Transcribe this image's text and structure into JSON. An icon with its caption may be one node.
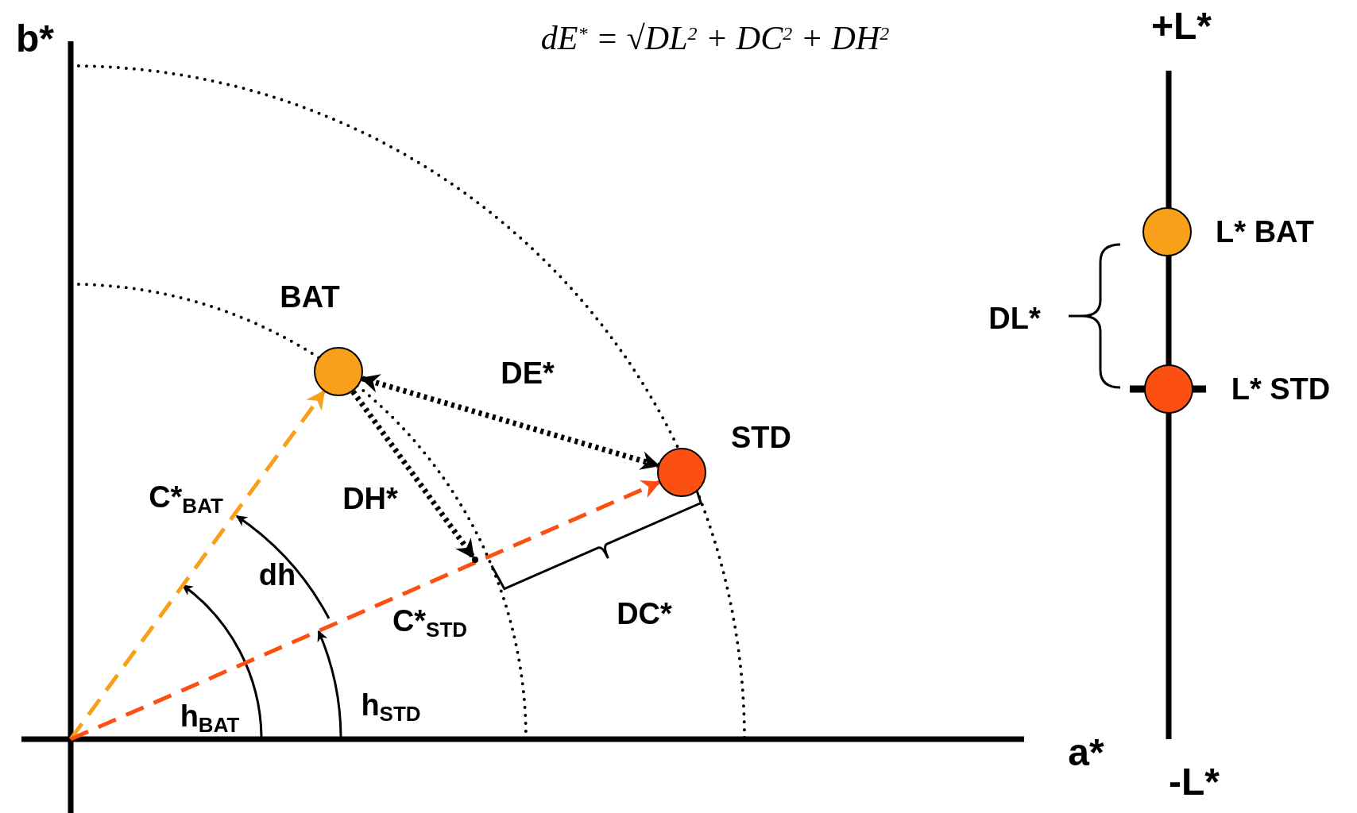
{
  "diagram": {
    "nodes": [
      {
        "text": [],
        "shape": "circle",
        "beside": [
          "BAT"
        ]
      },
      {
        "text": [],
        "shape": "circle",
        "beside": [
          "STD"
        ]
      },
      {
        "text": [],
        "shape": "circle",
        "beside": [
          "L* BAT"
        ]
      },
      {
        "text": [],
        "shape": "circle",
        "beside": [
          "L* STD"
        ]
      },
      {
        "text": [],
        "shape": "point"
      }
    ],
    "edges": [
      {
        "from": null,
        "to": 0,
        "arrow": "to",
        "style": "dashed",
        "color": "#f9a01b",
        "label": "C*$_{BAT}$"
      },
      {
        "from": null,
        "to": 1,
        "arrow": "to",
        "style": "dashed",
        "color": "#fb5012",
        "label": "C*$_{STD}$"
      },
      {
        "from": 0,
        "to": 1,
        "arrow": "both",
        "style": "dashed",
        "label": "DE*"
      },
      {
        "from": 0,
        "to": 4,
        "arrow": "to",
        "style": "dashed",
        "label": "DH*"
      }
    ],
    "labels": [
      "b*",
      "dE$^{*}$ = √DL$^{2}$ + DC$^{2}$ + DH$^{2}$",
      "+L*",
      "DL*",
      "dh",
      "DC*",
      "h$_{BAT}$",
      "h$_{STD}$",
      "a*",
      "-L*"
    ]
  }
}
